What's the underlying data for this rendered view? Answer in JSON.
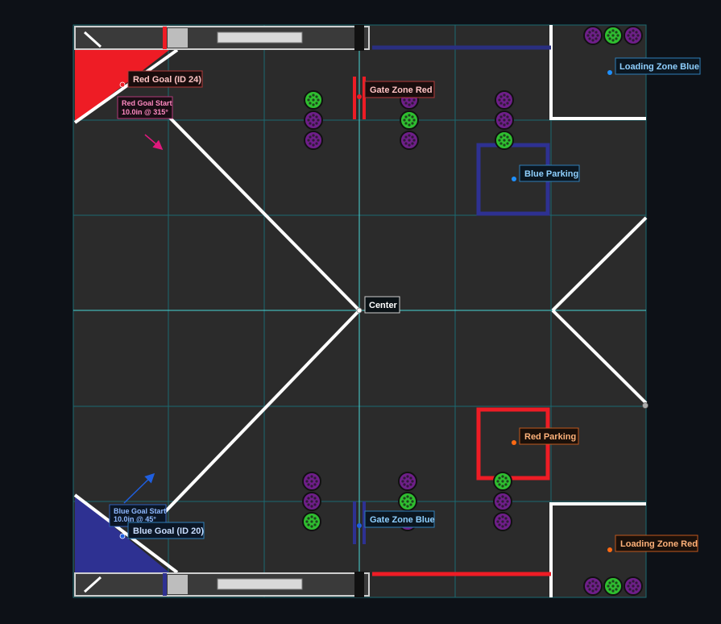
{
  "field": {
    "name": "field-map",
    "colors": {
      "page_bg": "#0d1117",
      "field_bg": "#2b2b2b",
      "grid": "#1b6a70",
      "axis": "#49d6d6",
      "tape": "#ffffff",
      "red": "#ee1c25",
      "blue": "#2e3192",
      "blue_line": "#2a2f80",
      "label_bg": "#0b1216",
      "ball_purple": "#6f1e8a",
      "ball_green": "#2fbf2f"
    }
  },
  "labels": {
    "red_goal": "Red Goal (ID 24)",
    "blue_goal": "Blue Goal (ID 20)",
    "gate_zone_red": "Gate Zone Red",
    "gate_zone_blue": "Gate Zone Blue",
    "loading_zone_blue": "Loading Zone Blue",
    "loading_zone_red": "Loading Zone Red",
    "blue_parking": "Blue Parking",
    "red_parking": "Red Parking",
    "center": "Center",
    "red_goal_start_title": "Red Goal Start",
    "red_goal_start_detail": "10.0in @ 315°",
    "blue_goal_start_title": "Blue Goal Start",
    "blue_goal_start_detail": "10.0in @ 45°"
  },
  "balls": {
    "near_red_goal_col": [
      "green",
      "purple",
      "purple"
    ],
    "center_top_col": [
      "purple",
      "green",
      "purple"
    ],
    "right_top_col": [
      "purple",
      "purple",
      "green"
    ],
    "left_bottom_col": [
      "purple",
      "purple",
      "green"
    ],
    "center_bottom_col": [
      "purple",
      "green",
      "purple"
    ],
    "right_bottom_col": [
      "green",
      "purple",
      "purple"
    ],
    "top_right_rack": [
      "purple",
      "green",
      "purple"
    ],
    "bottom_right_rack": [
      "purple",
      "green",
      "purple"
    ]
  }
}
